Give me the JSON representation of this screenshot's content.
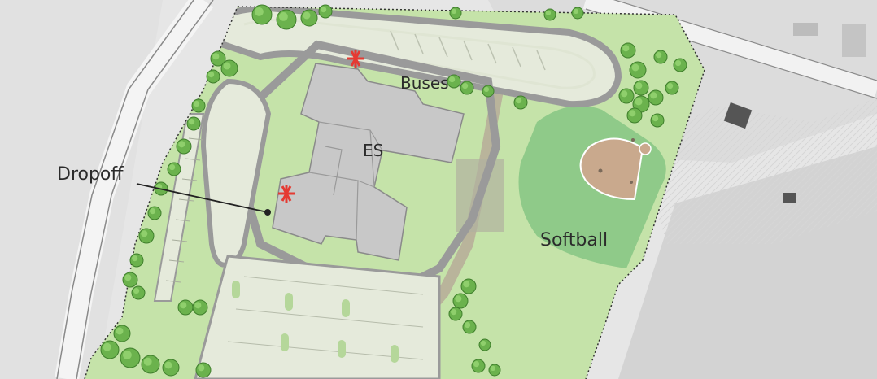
{
  "map": {
    "labels": {
      "dropoff": "Dropoff",
      "buses": "Buses",
      "es": "ES",
      "softball": "Softball"
    },
    "colors": {
      "aerial_gray": "#e4e4e4",
      "site_grass": "#c5e3a9",
      "turf_field": "#8fca89",
      "infield": "#c9a98d",
      "building": "#c8c8c8",
      "paving": "#e5eadb",
      "drive": "#9a9a9a",
      "tree": "#6bb24d",
      "entrance_marker": "#e53a32",
      "boundary": "#333333"
    },
    "icons": {
      "entrance": "asterisk-icon",
      "tree": "tree-icon",
      "leader": "callout-line-icon"
    }
  }
}
